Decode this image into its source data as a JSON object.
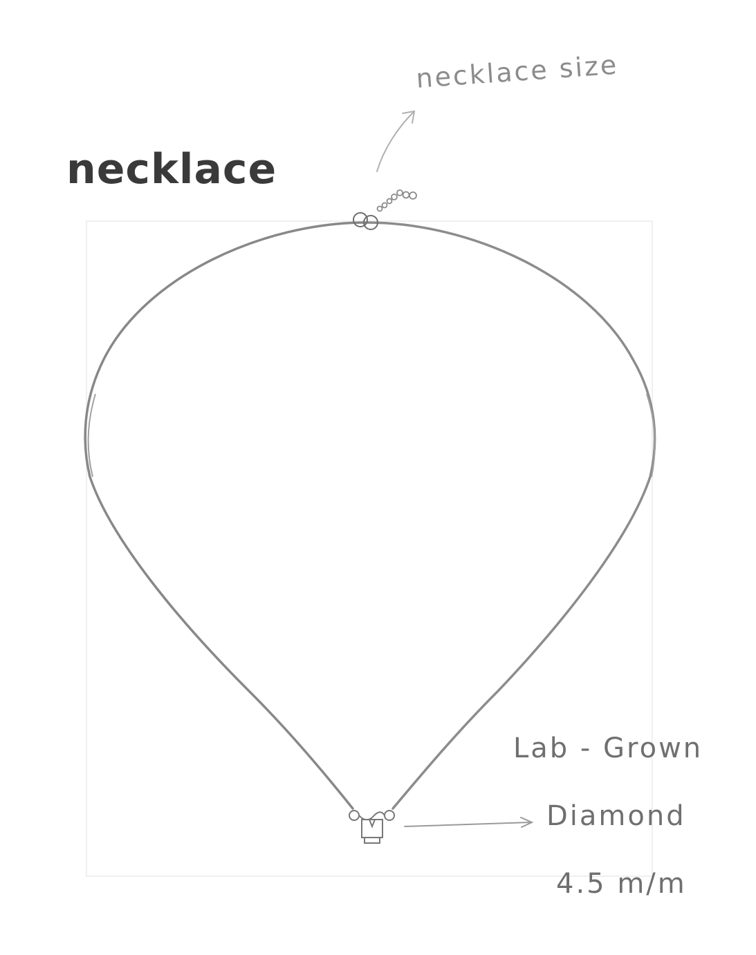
{
  "diagram": {
    "title": "necklace",
    "annotations": {
      "size_note": "necklace size",
      "stone_type": "Lab - Grown",
      "stone_name": "Diamond",
      "stone_size": "4.5 m/m"
    },
    "colors": {
      "chain": "#8a8a8a",
      "frame": "#ececec",
      "text_dark": "#3a3a3a",
      "text_mid": "#6f6f6f",
      "text_light": "#8c8c8c"
    }
  }
}
